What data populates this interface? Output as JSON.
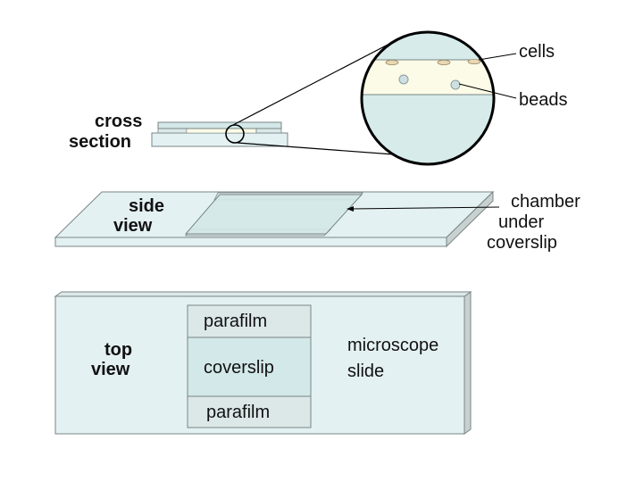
{
  "cross_section": {
    "label_line1": "cross",
    "label_line2": "section",
    "callout_cells": "cells",
    "callout_beads": "beads"
  },
  "side_view": {
    "label_line1": "side",
    "label_line2": "view",
    "callout_line1": "chamber",
    "callout_line2": "under",
    "callout_line3": "coverslip"
  },
  "top_view": {
    "label_line1": "top",
    "label_line2": "view",
    "parafilm_top": "parafilm",
    "coverslip": "coverslip",
    "parafilm_bottom": "parafilm",
    "slide_line1": "microscope",
    "slide_line2": "slide"
  },
  "colors": {
    "slide_fill": "#e4f1f2",
    "coverslip_fill": "#d3e8e8",
    "parafilm_fill": "#dce7e7",
    "medium_fill": "#fbfbe7",
    "cell_fill": "#e8d7b4",
    "edge_shade": "#c8d0d0",
    "outline": "#7a8585"
  }
}
